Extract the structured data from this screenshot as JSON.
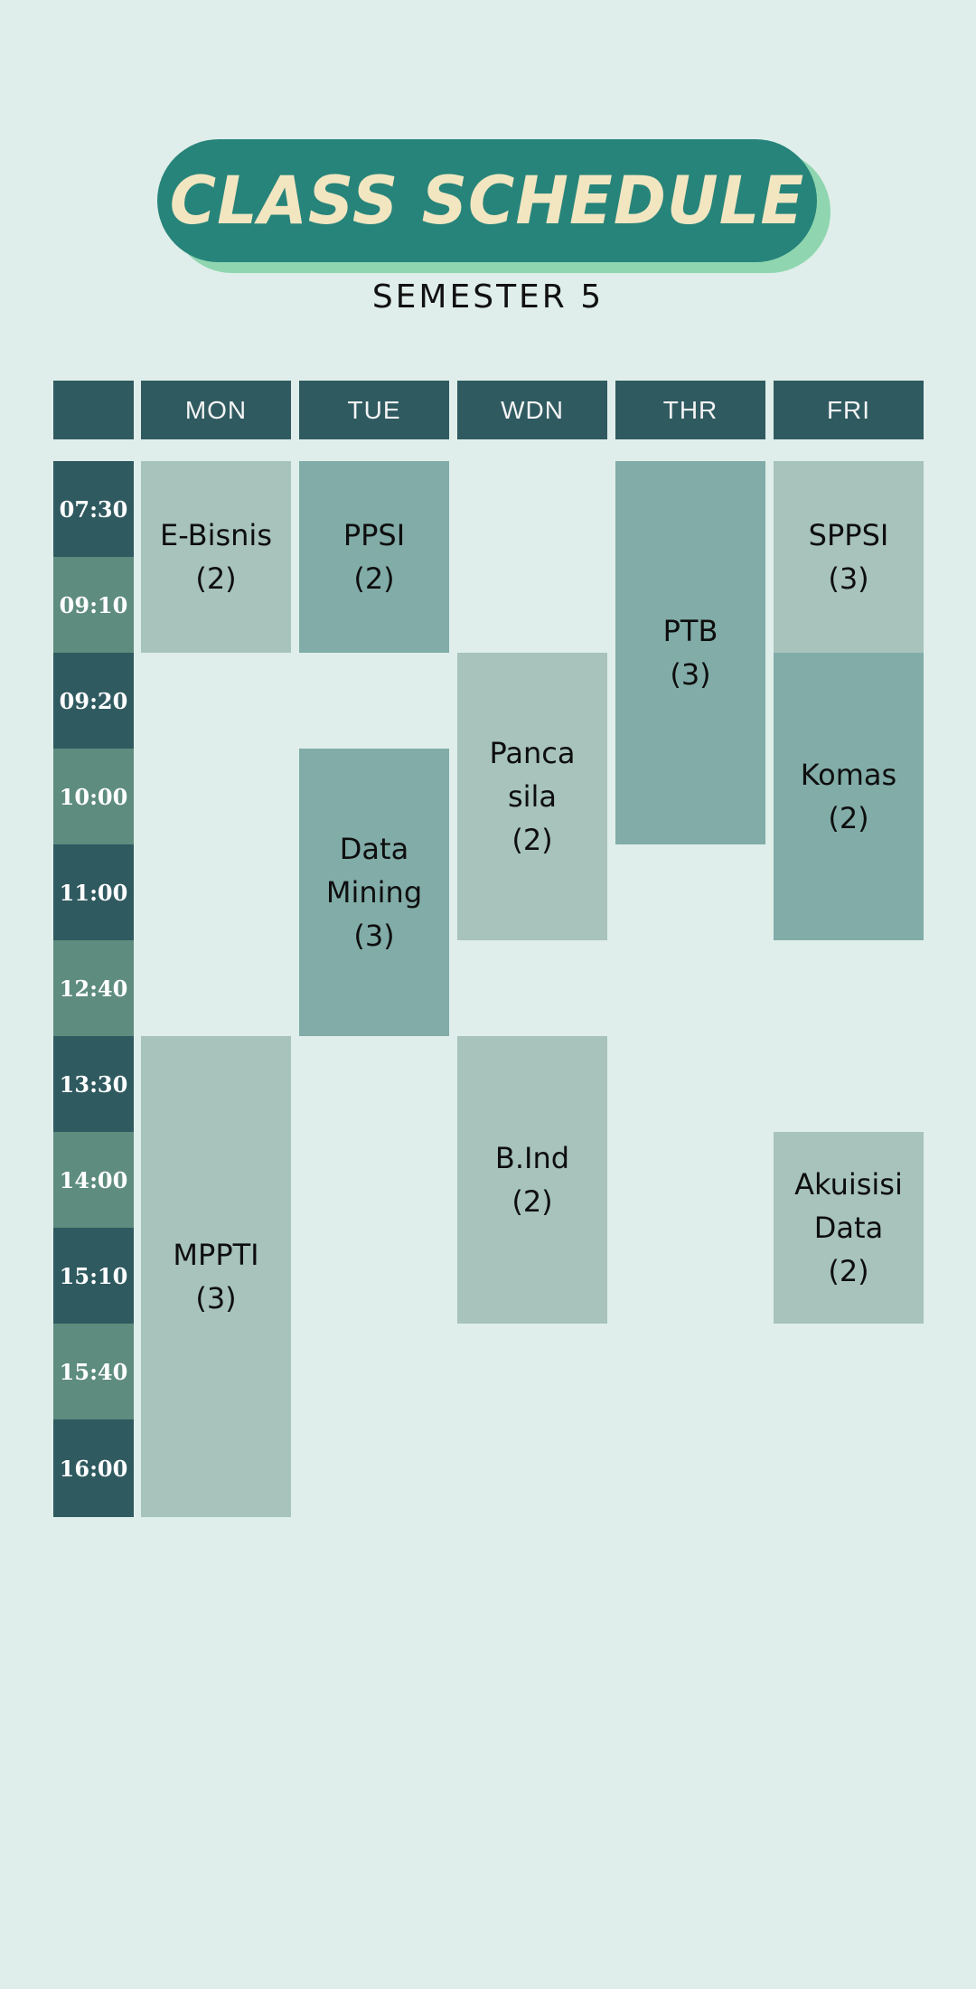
{
  "header": {
    "title": "CLASS SCHEDULE",
    "subtitle": "SEMESTER 5"
  },
  "days": [
    "MON",
    "TUE",
    "WDN",
    "THR",
    "FRI"
  ],
  "times": [
    "07:30",
    "09:10",
    "09:20",
    "10:00",
    "11:00",
    "12:40",
    "13:30",
    "14:00",
    "15:10",
    "15:40",
    "16:00"
  ],
  "classes": {
    "mon_ebisnis": "E-Bisnis\n(2)",
    "mon_mppti": "MPPTI\n(3)",
    "tue_ppsi": "PPSI\n(2)",
    "tue_datamining": "Data\nMining\n(3)",
    "wdn_pancasila": "Panca\nsila\n(2)",
    "wdn_bind": "B.Ind\n(2)",
    "thr_ptb": "PTB\n(3)",
    "fri_sppsi": "SPPSI\n(3)",
    "fri_komas": "Komas\n(2)",
    "fri_akuisisi": "Akuisisi\nData\n(2)"
  },
  "colors": {
    "background": "#dfeeea",
    "title_pill": "#27847a",
    "title_shadow": "#8fd6b0",
    "title_text": "#f2e6c1",
    "header_cell": "#2f5a60",
    "time_dark": "#2f5a60",
    "time_light": "#5e8c7e",
    "class_light": "#a7c3bb",
    "class_mid": "#81aca8"
  }
}
